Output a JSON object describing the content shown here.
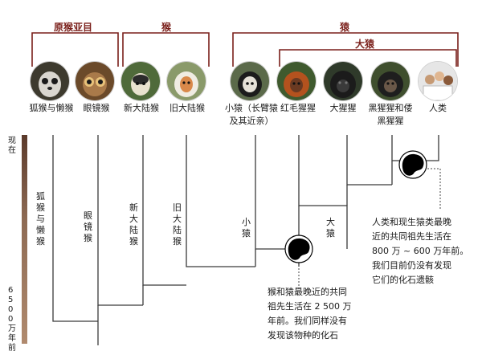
{
  "groups": {
    "prosimians": "原猴亚目",
    "monkeys": "猴",
    "apes": "猿",
    "great_apes": "大猿"
  },
  "taxa": [
    {
      "label": "狐猴与懒猴",
      "icon": "lemur-loris-photo"
    },
    {
      "label": "眼镜猴",
      "icon": "tarsier-photo"
    },
    {
      "label": "新大陆猴",
      "icon": "new-world-monkey-photo"
    },
    {
      "label": "旧大陆猴",
      "icon": "old-world-monkey-photo"
    },
    {
      "label": "小猿（长臂猿及其近亲）",
      "icon": "gibbon-photo"
    },
    {
      "label": "红毛猩猩",
      "icon": "orangutan-photo"
    },
    {
      "label": "大猩猩",
      "icon": "gorilla-photo"
    },
    {
      "label": "黑猩猩和倭黑猩猩",
      "icon": "chimpanzee-photo"
    },
    {
      "label": "人类",
      "icon": "human-photo"
    }
  ],
  "axis": {
    "now": "现在",
    "ago": "6 500 万年前"
  },
  "branch_labels": {
    "lemurs": "狐猴与懒猴",
    "tarsiers": "眼镜猴",
    "new_world": "新大陆猴",
    "old_world": "旧大陆猴",
    "lesser_apes": "小猿",
    "great_apes": "大猿"
  },
  "notes": {
    "ape_monkey": [
      "猴和猿最晚近的共同",
      "祖先生活在 2 500 万",
      "年前。我们同样没有",
      "发现该物种的化石"
    ],
    "human_ape": [
      "人类和现生猿类最晚",
      "近的共同祖先生活在",
      "800 万 ~ 600 万年前。",
      "我们目前仍没有发现",
      "它们的化石遗骸"
    ]
  },
  "colors": {
    "bracket": "#7a1f1a",
    "tree_line": "#3a3a3a",
    "node_fill": "#000000",
    "axis": "#5b3a2b"
  }
}
